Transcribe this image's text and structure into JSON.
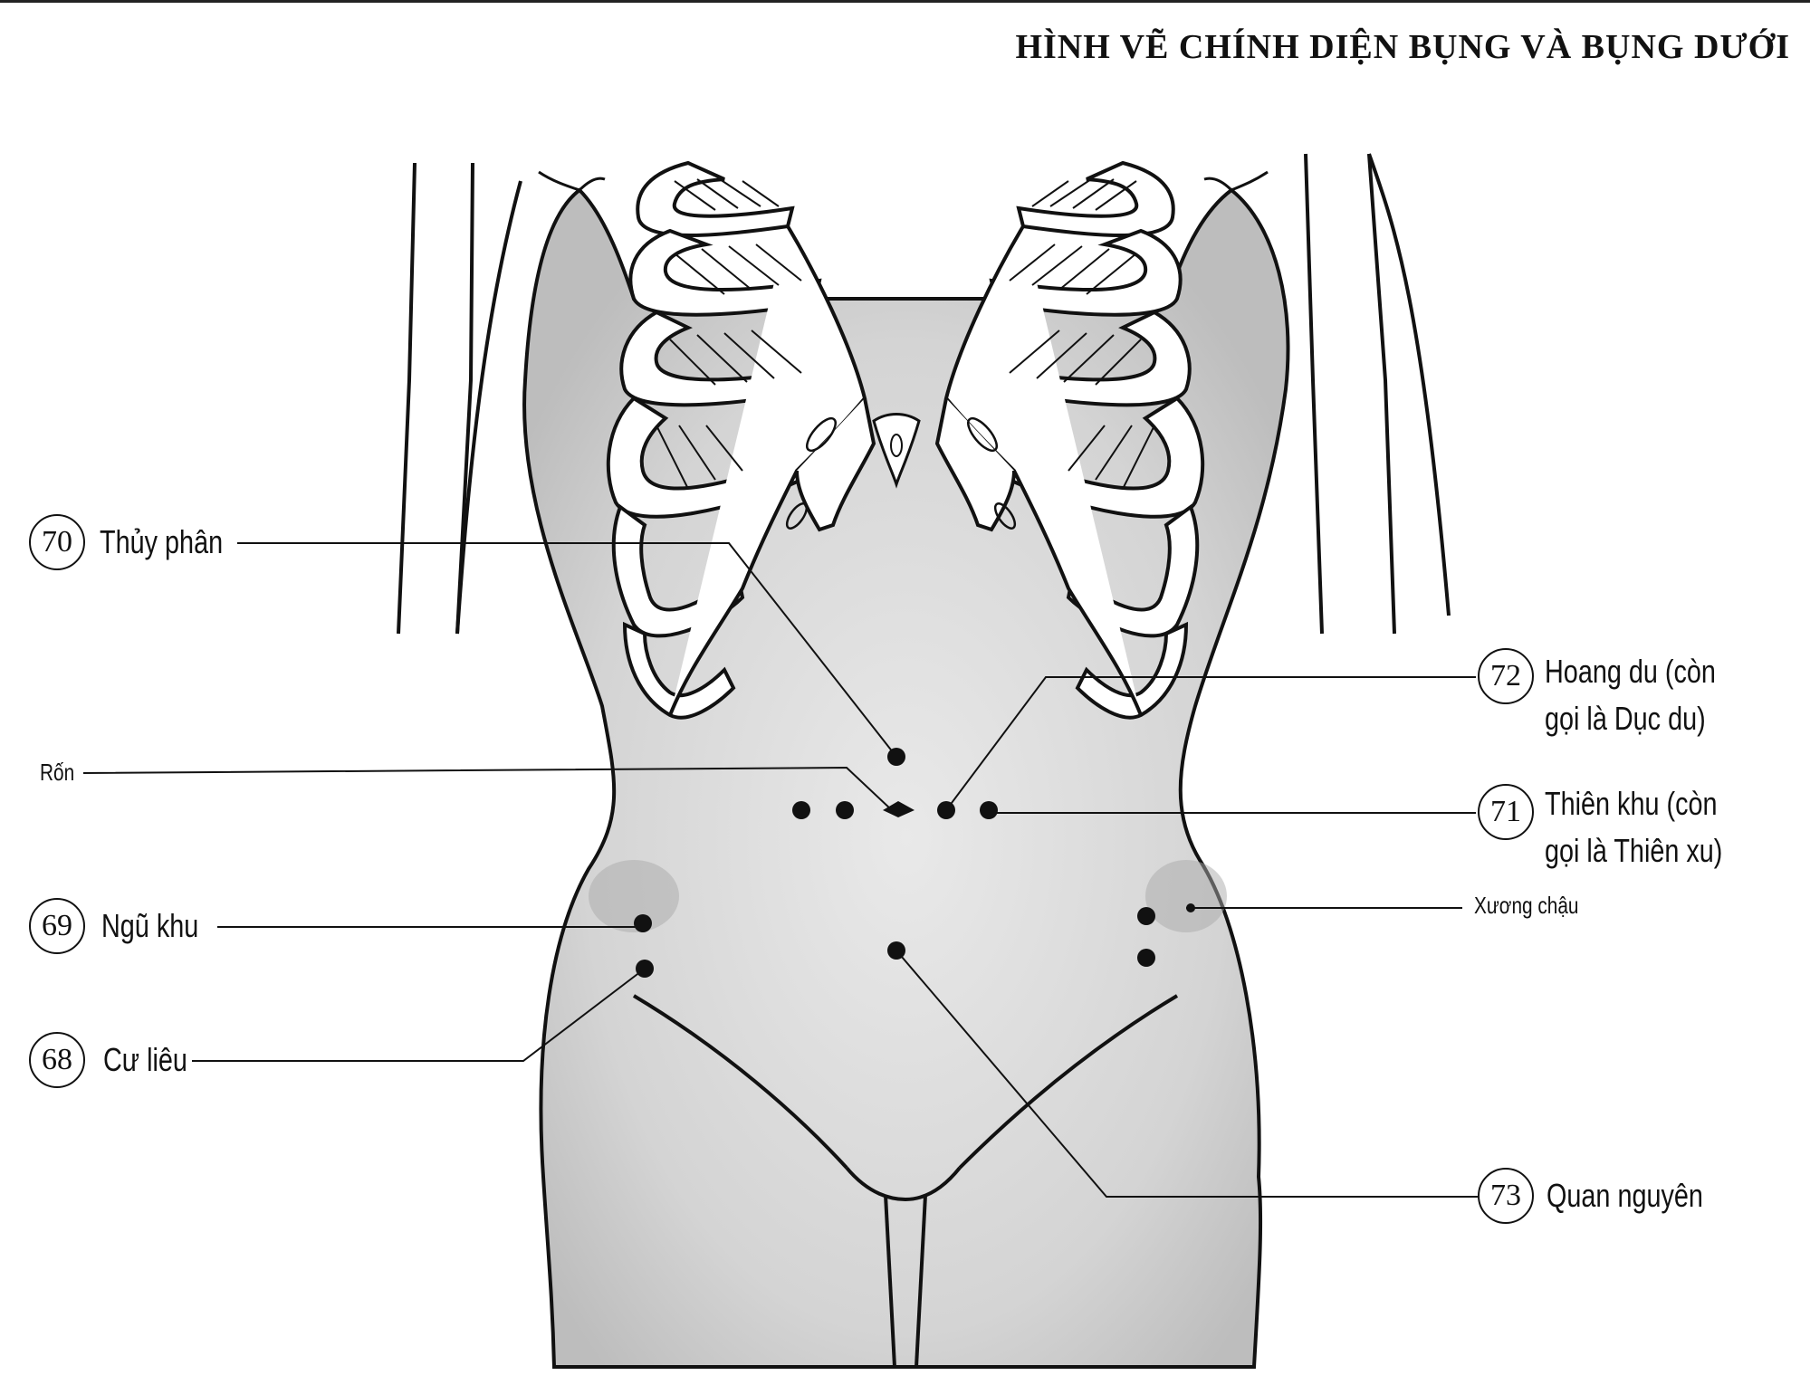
{
  "title": "HÌNH VẼ CHÍNH DIỆN BỤNG VÀ BỤNG DƯỚI",
  "labels": {
    "p70": {
      "num": "70",
      "text": "Thủy phân"
    },
    "p72": {
      "num": "72",
      "line1": "Hoang du (còn",
      "line2": "gọi là Dục du)"
    },
    "p71": {
      "num": "71",
      "line1": "Thiên khu (còn",
      "line2": "gọi là Thiên xu)"
    },
    "p69": {
      "num": "69",
      "text": "Ngũ khu"
    },
    "p68": {
      "num": "68",
      "text": "Cư liêu"
    },
    "p73": {
      "num": "73",
      "text": "Quan nguyên"
    },
    "navel": "Rốn",
    "iliac": "Xương chậu"
  }
}
